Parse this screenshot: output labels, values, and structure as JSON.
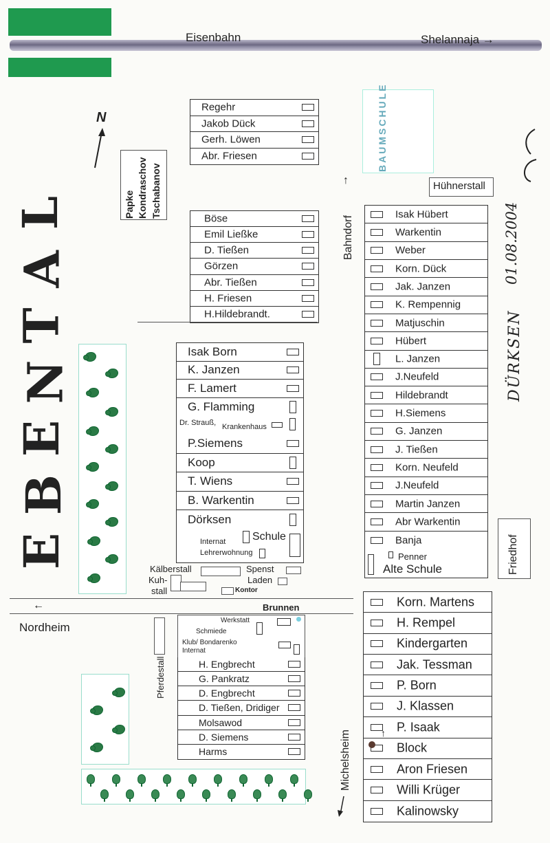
{
  "top": {
    "railway": "Eisenbahn",
    "east_label": "Shelannaja →"
  },
  "village_name_letters": [
    "E",
    "B",
    "E",
    "N",
    "T",
    "A",
    "L"
  ],
  "north": "N",
  "west_block": {
    "lines": [
      "Papke",
      "Kondraschov",
      "Tschabanov"
    ]
  },
  "baumschule": "BAUMSCHULE",
  "huehnerstall": "Hühnerstall",
  "bahndorf": "Bahndorf",
  "signature": {
    "date": "01.08.2004",
    "name": "DÜRKSEN"
  },
  "block1": [
    "Regehr",
    "Jakob Dück",
    "Gerh. Löwen",
    "Abr. Friesen"
  ],
  "block2": [
    "Böse",
    "Emil Ließke",
    "D. Tießen",
    "Görzen",
    "Abr. Tießen",
    "H. Friesen",
    "H.Hildebrandt."
  ],
  "block3": [
    "Isak Born",
    "K. Janzen",
    "F. Lamert",
    "G. Flamming"
  ],
  "block3_hospital": {
    "a": "Dr. Strauß,",
    "b": "Krankenhaus"
  },
  "block3b": [
    "P.Siemens",
    "Koop",
    "T. Wiens",
    "B. Warkentin",
    "Dörksen"
  ],
  "school": {
    "internat": "Internat",
    "schule": "Schule",
    "lehrer": "Lehrerwohnung"
  },
  "farm": {
    "kaelberstall": "Kälberstall",
    "kuhstall_1": "Kuh-",
    "kuhstall_2": "stall",
    "spenst": "Spenst",
    "laden": "Laden",
    "kontor": "Kontor"
  },
  "east_block": [
    "Isak Hübert",
    "Warkentin",
    "Weber",
    "Korn. Dück",
    "Jak. Janzen",
    "K. Rempennig",
    "Matjuschin",
    "Hübert",
    "L. Janzen",
    "J.Neufeld",
    "Hildebrandt",
    "H.Siemens",
    "G. Janzen",
    "J. Tießen",
    "Korn. Neufeld",
    "J.Neufeld",
    "Martin Janzen",
    "Abr Warkentin",
    "Banja"
  ],
  "alte_schule": {
    "penner": "Penner",
    "name": "Alte Schule"
  },
  "friedhof": "Friedhof",
  "road": {
    "west": "Nordheim",
    "brunnen": "Brunnen",
    "south": "Michelsheim"
  },
  "southwest": {
    "werkstatt": "Werkstatt",
    "schmiede": "Schmiede",
    "klub": "Klub/ Bondarenko",
    "internat": "Internat",
    "pferdestall": "Pferdestall"
  },
  "sw_block": [
    "H. Engbrecht",
    "G. Pankratz",
    "D. Engbrecht",
    "D. Tießen, Dridiger",
    "Molsawod",
    "D. Siemens",
    "Harms"
  ],
  "se_block": [
    "Korn. Martens",
    "H. Rempel",
    "Kindergarten",
    "Jak. Tessman",
    "P. Born",
    "J. Klassen",
    "P. Isaak",
    "Block",
    "Aron Friesen",
    "Willi Krüger",
    "Kalinowsky"
  ]
}
